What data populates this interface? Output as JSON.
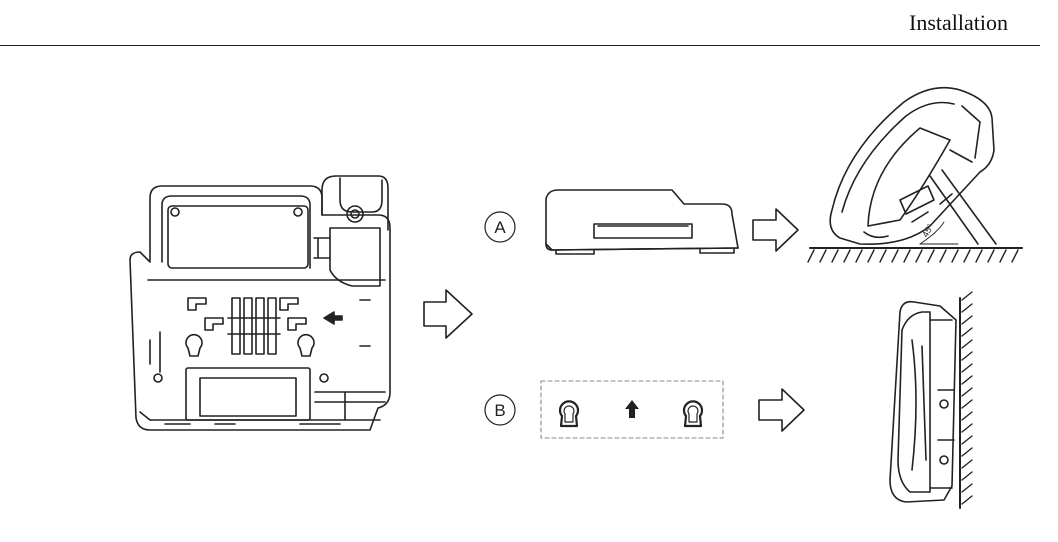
{
  "header": {
    "title": "Installation"
  },
  "options": {
    "a": {
      "label": "A"
    },
    "b": {
      "label": "B"
    }
  },
  "desk_mount": {
    "angle_label": "45°"
  },
  "icons": {
    "arrow": "hollow-right-arrow-icon",
    "keyhole": "keyhole-icon",
    "up": "up-arrow-icon"
  },
  "colors": {
    "line": "#222222",
    "dashed_box": "#888888",
    "background": "#ffffff"
  }
}
